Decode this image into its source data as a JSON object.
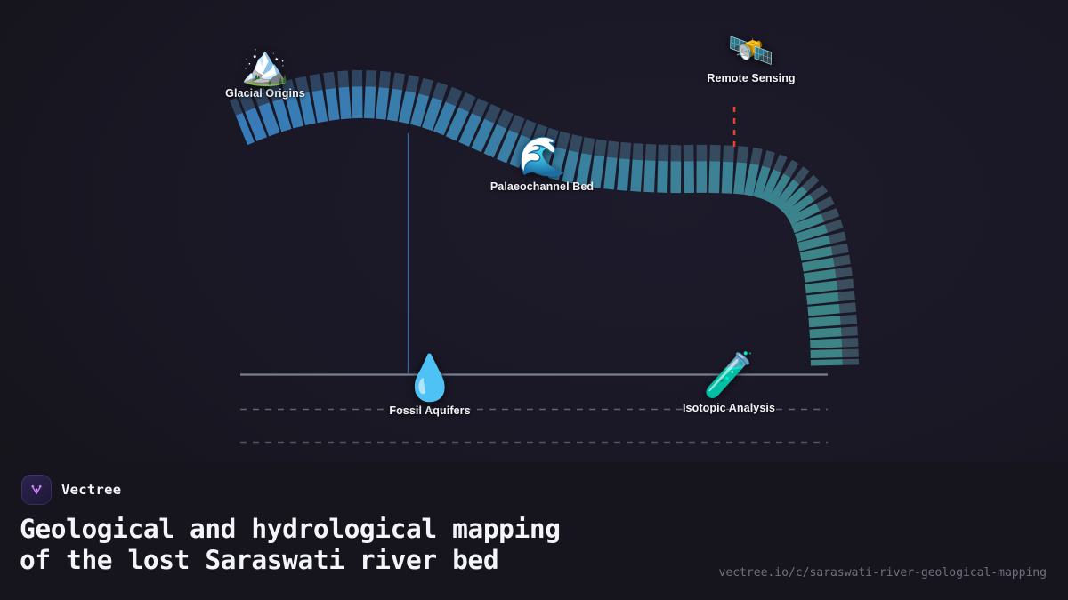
{
  "brand": {
    "name": "Vectree",
    "logo_icon": "vectree-logo-icon",
    "accent": "#c77dff"
  },
  "headline": {
    "line1": "Geological and hydrological mapping",
    "line2": "of the lost Saraswati river bed"
  },
  "page_url": "vectree.io/c/saraswati-river-geological-mapping",
  "theme": {
    "background": "#16151c",
    "stage_background": "#1a1826",
    "footer_background": "#16151d",
    "text": "#f4f5f8",
    "muted_text": "#6f6f7d",
    "river_start": "#3f88c5",
    "river_end": "#3f8a8a",
    "river_cap": "#3d4a60",
    "axis_line": "#7f8a99",
    "marker_line": "#e8402a",
    "drop_line": "#2f6ea8"
  },
  "diagram": {
    "type": "annotated-river-flow",
    "nodes": [
      {
        "id": "glacial",
        "label": "Glacial Origins",
        "icon": "mountain-snow-icon",
        "glyph": "🏔️"
      },
      {
        "id": "remote",
        "label": "Remote Sensing",
        "icon": "satellite-icon",
        "glyph": "🛰️"
      },
      {
        "id": "palaeo",
        "label": "Palaeochannel Bed",
        "icon": "water-wave-icon",
        "glyph": "🌊"
      },
      {
        "id": "fossil",
        "label": "Fossil Aquifers",
        "icon": "water-droplet-icon",
        "glyph": "💧"
      },
      {
        "id": "isotopic",
        "label": "Isotopic Analysis",
        "icon": "test-tube-icon",
        "glyph": "🧪"
      }
    ],
    "guides": {
      "axis_label": "",
      "solid_baseline": true,
      "dashed_lines": 2,
      "vertical_connector": true,
      "red_marker": true
    }
  }
}
